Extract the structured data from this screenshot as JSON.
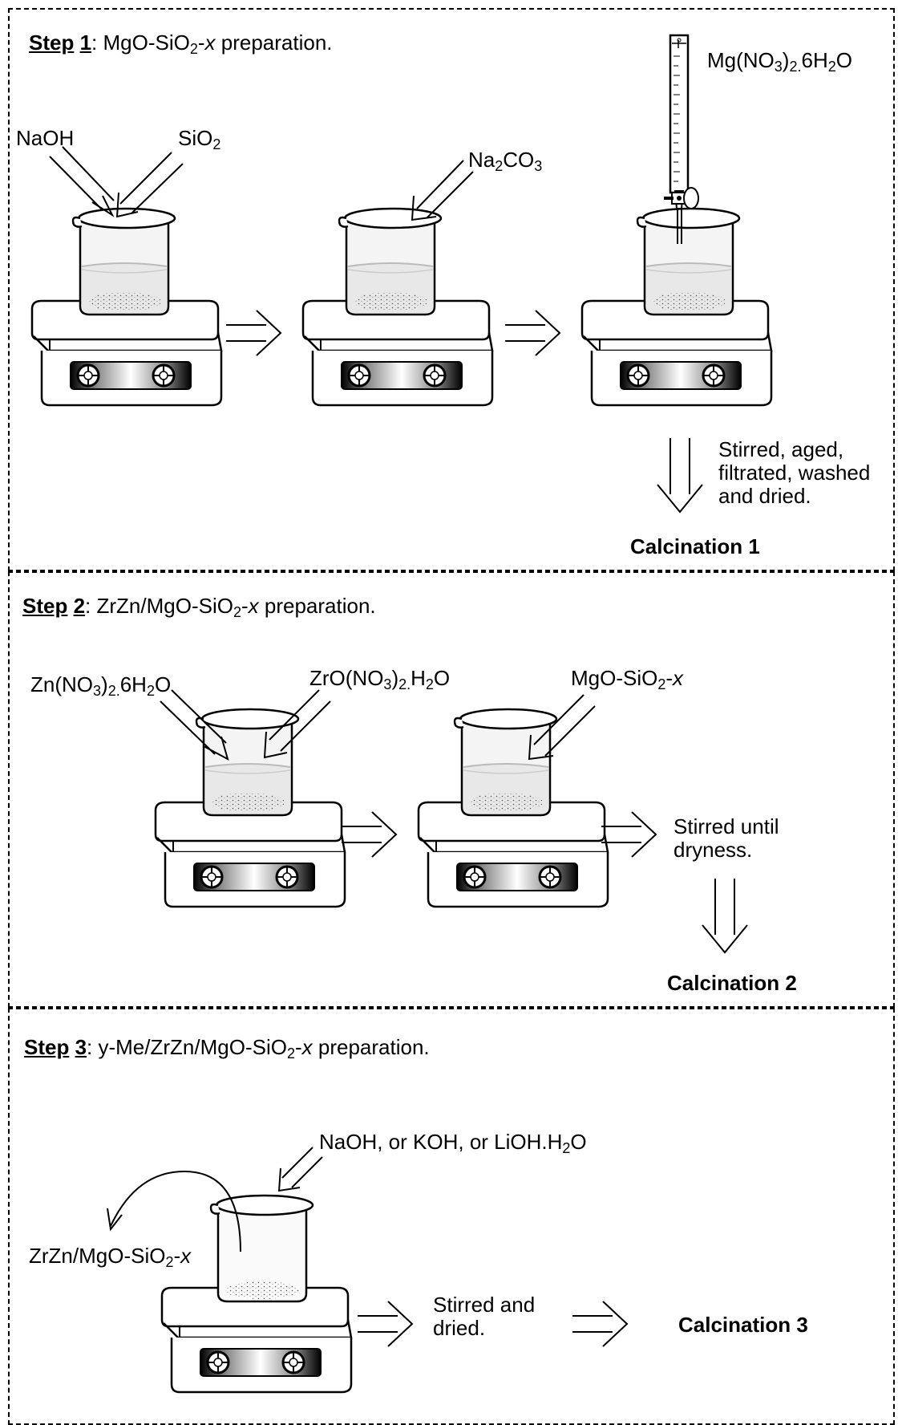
{
  "steps": {
    "step1": {
      "word": "Step",
      "num": "1",
      "title_rest": ": MgO-SiO",
      "title_sub": "2",
      "title_dash": "-",
      "title_var": "x",
      "title_end": " preparation.",
      "reagents": {
        "naoh": "NaOH",
        "sio2_main": "SiO",
        "sio2_sub": "2",
        "na2co3_a": "Na",
        "na2co3_sub1": "2",
        "na2co3_b": "CO",
        "na2co3_sub2": "3",
        "mgno3_a": "Mg(NO",
        "mgno3_sub1": "3",
        "mgno3_b": ")",
        "mgno3_sub2": "2.",
        "mgno3_c": "6H",
        "mgno3_sub3": "2",
        "mgno3_d": "O"
      },
      "process_note": "Stirred, aged,\nfiltrated, washed\nand dried.",
      "result": "Calcination 1"
    },
    "step2": {
      "word": "Step",
      "num": "2",
      "title_rest": ": ZrZn/MgO-SiO",
      "title_sub": "2",
      "title_dash": "-",
      "title_var": "x",
      "title_end": " preparation.",
      "reagents": {
        "zn_a": "Zn(NO",
        "zn_sub1": "3",
        "zn_b": ")",
        "zn_sub2": "2.",
        "zn_c": "6H",
        "zn_sub3": "2",
        "zn_d": "O",
        "zr_a": "ZrO(NO",
        "zr_sub1": "3",
        "zr_b": ")",
        "zr_sub2": "2.",
        "zr_c": "H",
        "zr_sub3": "2",
        "zr_d": "O",
        "mgo_a": "MgO-SiO",
        "mgo_sub": "2",
        "mgo_dash": "-",
        "mgo_var": "x"
      },
      "process_note": "Stirred until\ndryness.",
      "result": "Calcination 2"
    },
    "step3": {
      "word": "Step",
      "num": "3",
      "title_rest": ": y-Me/ZrZn/MgO-SiO",
      "title_sub": "2",
      "title_dash": "-",
      "title_var": "x",
      "title_end": " preparation.",
      "reagents": {
        "base_a": "NaOH, or KOH, or LiOH.H",
        "base_sub": "2",
        "base_b": "O",
        "support_a": "ZrZn/MgO-SiO",
        "support_sub": "2",
        "support_dash": "-",
        "support_var": "x"
      },
      "process_note": "Stirred and\ndried.",
      "result": "Calcination 3"
    }
  }
}
